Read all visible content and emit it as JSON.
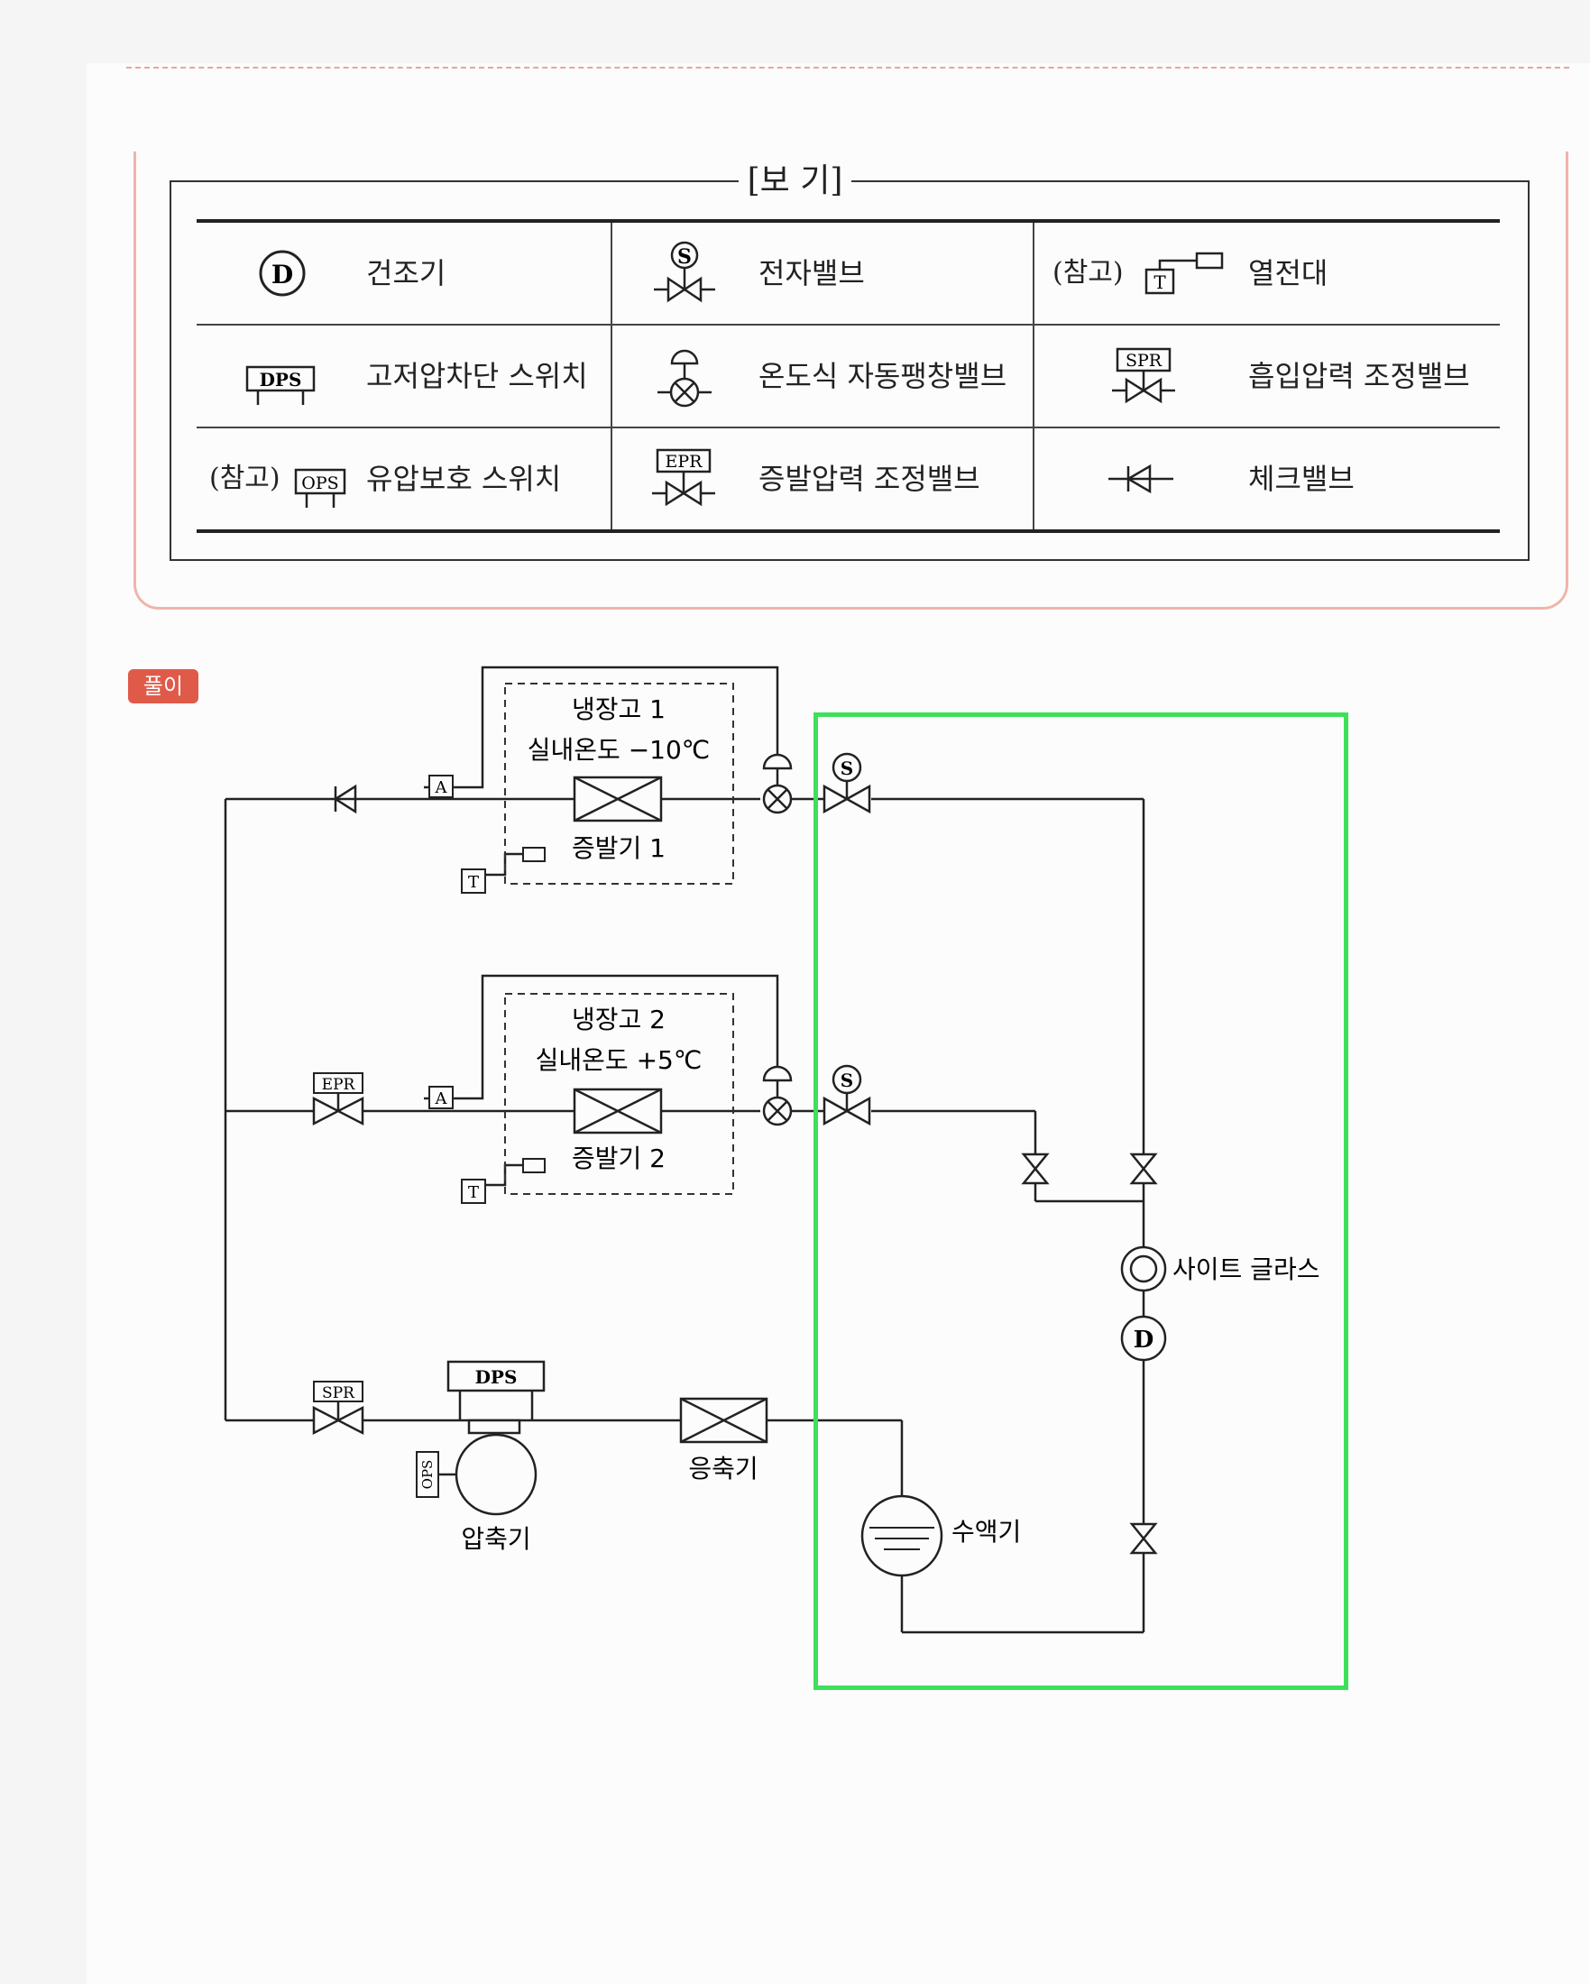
{
  "legend": {
    "title": "[보 기]",
    "items": [
      {
        "label": "건조기",
        "symbol": "D"
      },
      {
        "label": "전자밸브",
        "symbol": "S"
      },
      {
        "ref": "(참고)",
        "label": "열전대",
        "symbol": "T"
      },
      {
        "label": "고저압차단 스위치",
        "symbol": "DPS"
      },
      {
        "label": "온도식 자동팽창밸브",
        "symbol": ""
      },
      {
        "label": "흡입압력 조정밸브",
        "symbol": "SPR"
      },
      {
        "ref": "(참고)",
        "label": "유압보호 스위치",
        "symbol": "OPS"
      },
      {
        "label": "증발압력 조정밸브",
        "symbol": "EPR"
      },
      {
        "label": "체크밸브",
        "symbol": ""
      }
    ]
  },
  "badge": "풀이",
  "diagram": {
    "fridge1": {
      "name": "냉장고 1",
      "temp": "실내온도 −10℃",
      "evap": "증발기 1"
    },
    "fridge2": {
      "name": "냉장고 2",
      "temp": "실내온도 +5℃",
      "evap": "증발기 2"
    },
    "tags": {
      "a": "A",
      "t": "T",
      "s": "S",
      "d": "D",
      "epr": "EPR",
      "spr": "SPR",
      "dps": "DPS",
      "ops": "OPS"
    },
    "sight_glass": "사이트 글라스",
    "condenser": "응축기",
    "compressor": "압축기",
    "receiver": "수액기"
  },
  "colors": {
    "highlight": "#3ee05a",
    "badge": "#e05a4a",
    "legend_border": "#f1b4aa"
  }
}
